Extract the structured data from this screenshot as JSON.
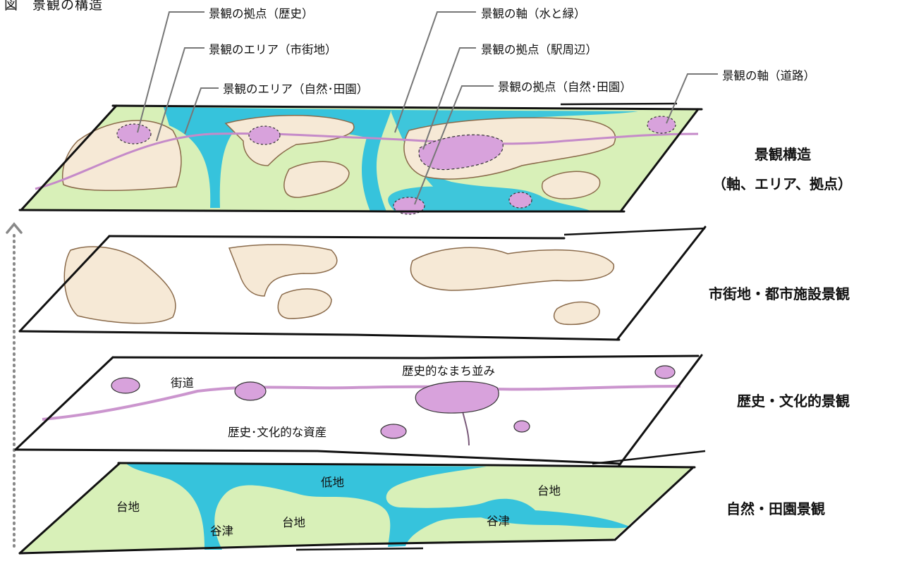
{
  "figure_title": "図　景観の構造",
  "callouts": {
    "history_hub": "景観の拠点（歴史）",
    "urban_area": "景観のエリア（市街地）",
    "nature_area": "景観のエリア（自然･田園）",
    "water_axis": "景観の軸（水と緑）",
    "station_hub": "景観の拠点（駅周辺）",
    "nature_hub": "景観の拠点（自然･田園）",
    "road_axis": "景観の軸（道路）"
  },
  "layers": {
    "structure": {
      "label_line1": "景観構造",
      "label_line2": "（軸、エリア、拠点）"
    },
    "urban": {
      "label": "市街地・都市施設景観"
    },
    "history": {
      "label": "歴史・文化的景観",
      "road": "街道",
      "townscape": "歴史的なまち並み",
      "assets": "歴史･文化的な資産"
    },
    "nature": {
      "label": "自然・田園景観",
      "plateau_1": "台地",
      "plateau_2": "台地",
      "plateau_3": "台地",
      "lowland": "低地",
      "valley_1": "谷津",
      "valley_2": "谷津"
    }
  },
  "colors": {
    "water": "#36c3dc",
    "green": "#d8f0b8",
    "urban": "#f6e9d6",
    "history": "#d8a2dc",
    "outline": "#111111"
  }
}
